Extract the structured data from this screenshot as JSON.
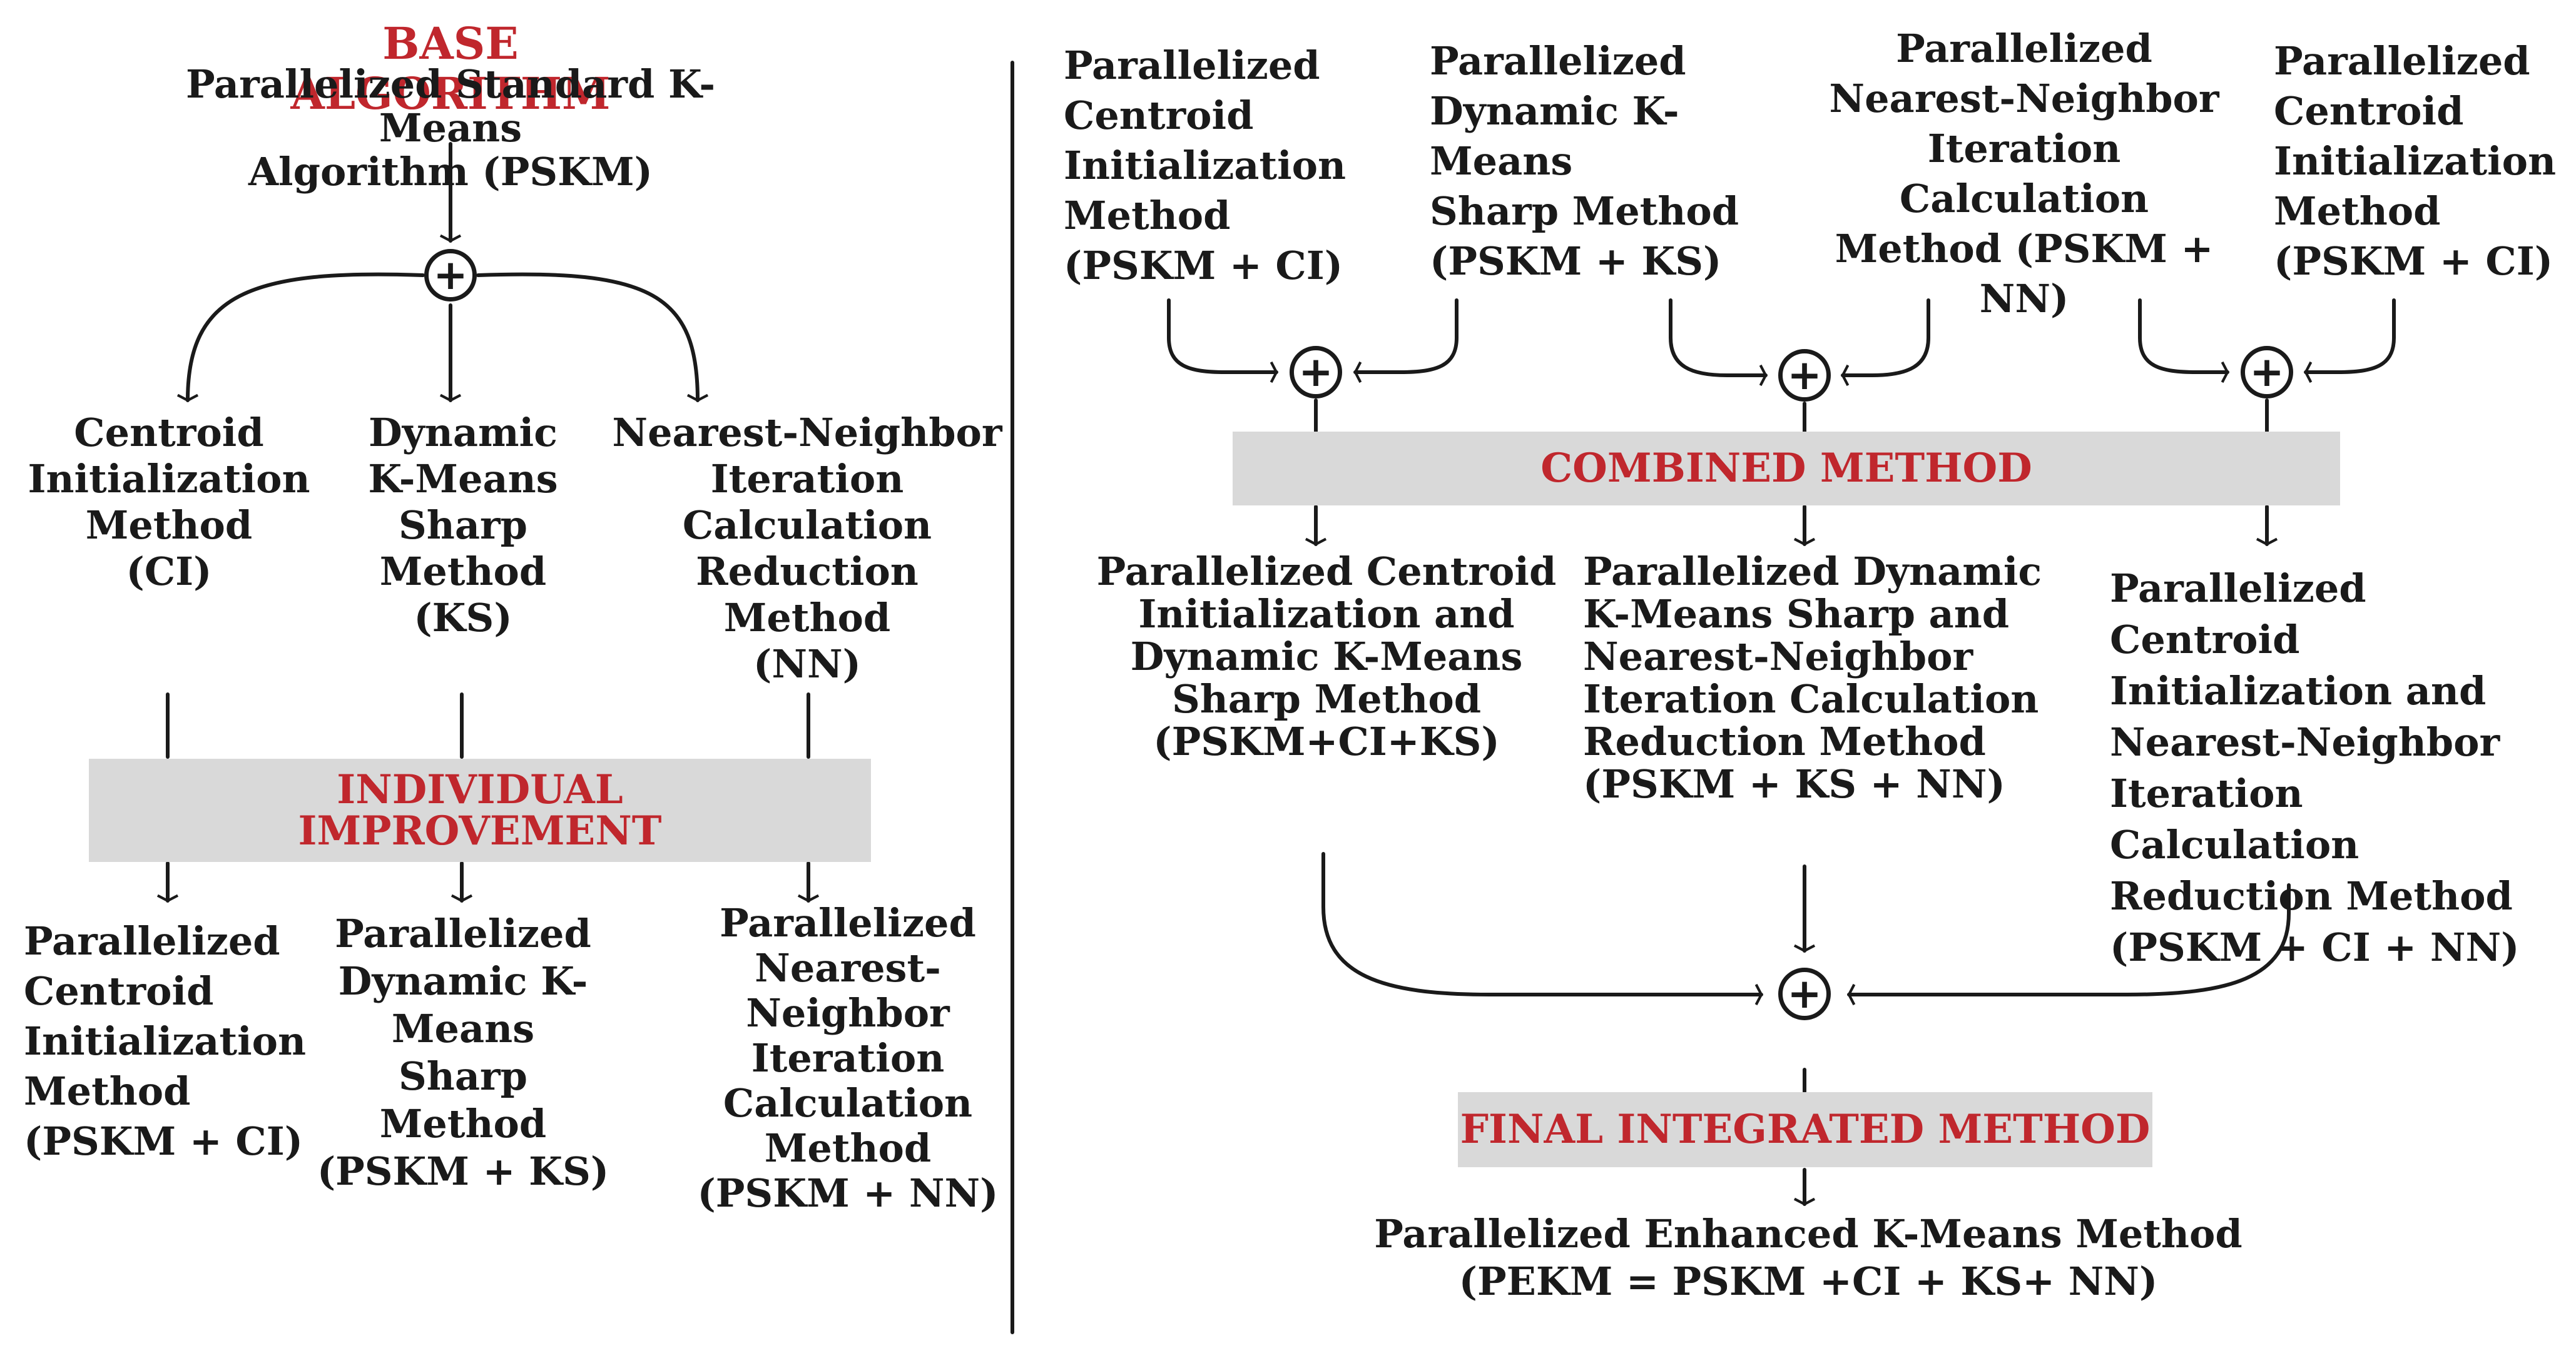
{
  "base": {
    "heading": "BASE ALGORITHM",
    "name": "Parallelized Standard K-Means\nAlgorithm (PSKM)"
  },
  "individual": {
    "methods": [
      "Centroid\nInitialization\nMethod\n(CI)",
      "Dynamic\nK-Means\nSharp\nMethod\n(KS)",
      "Nearest-Neighbor\nIteration\nCalculation\nReduction\nMethod\n(NN)"
    ],
    "band_label": "INDIVIDUAL\nIMPROVEMENT",
    "results": [
      "Parallelized\nCentroid\nInitialization\nMethod\n(PSKM + CI)",
      "Parallelized\nDynamic K-\nMeans\nSharp\nMethod\n(PSKM + KS)",
      "Parallelized\nNearest-\nNeighbor\nIteration\nCalculation\nMethod\n(PSKM + NN)"
    ]
  },
  "combined": {
    "inputs": [
      "Parallelized\nCentroid\nInitialization\nMethod\n(PSKM + CI)",
      "Parallelized\nDynamic K-\nMeans\nSharp Method\n(PSKM + KS)",
      "Parallelized\nNearest-Neighbor\nIteration\nCalculation\nMethod (PSKM +\nNN)",
      "Parallelized\nCentroid\nInitialization\nMethod\n(PSKM + CI)"
    ],
    "band_label": "COMBINED METHOD",
    "results": [
      "Parallelized Centroid\nInitialization and\nDynamic K-Means\nSharp Method\n(PSKM+CI+KS)",
      "Parallelized Dynamic\nK-Means Sharp and\nNearest-Neighbor\nIteration  Calculation\nReduction Method\n(PSKM + KS + NN)",
      "Parallelized Centroid\nInitialization and\nNearest-Neighbor\nIteration Calculation\nReduction Method\n(PSKM + CI + NN)"
    ]
  },
  "final": {
    "band_label": "FINAL INTEGRATED METHOD",
    "name": "Parallelized Enhanced K-Means Method\n(PEKM = PSKM +CI + KS+ NN)"
  },
  "plus_symbol": "+",
  "colors": {
    "heading_red": "#c0272d",
    "band_gray": "#d9d9d9",
    "text": "#1a1a1a"
  }
}
